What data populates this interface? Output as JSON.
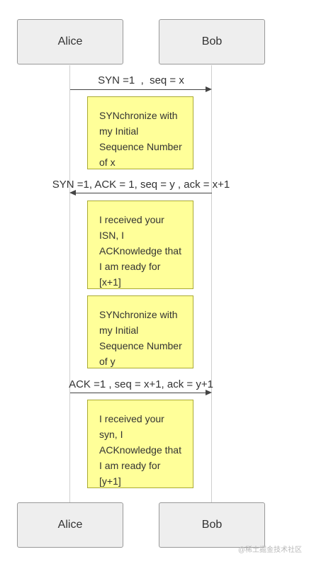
{
  "actors": {
    "top_left": "Alice",
    "top_right": "Bob",
    "bottom_left": "Alice",
    "bottom_right": "Bob"
  },
  "messages": [
    {
      "label": "SYN =1  ,  seq = x",
      "direction": "right"
    },
    {
      "label": "SYN =1, ACK = 1, seq = y , ack = x+1",
      "direction": "left"
    },
    {
      "label": "ACK =1 , seq = x+1, ack = y+1",
      "direction": "right"
    }
  ],
  "notes": [
    {
      "lines": [
        "SYNchronize with",
        "my Initial",
        "Sequence Number",
        "of x"
      ]
    },
    {
      "lines": [
        "I received your",
        "ISN, I",
        "ACKnowledge that",
        "I am ready for",
        "[x+1]"
      ]
    },
    {
      "lines": [
        "SYNchronize with",
        "my Initial",
        "Sequence Number",
        "of y"
      ]
    },
    {
      "lines": [
        "I received your",
        "syn, I",
        "ACKnowledge that",
        "I am ready for",
        "[y+1]"
      ]
    }
  ],
  "watermark": "@稀土掘金技术社区",
  "colors": {
    "note_fill": "#ffff99",
    "note_border": "#aaaa33",
    "actor_fill": "#eeeeee",
    "actor_border": "#999999"
  }
}
